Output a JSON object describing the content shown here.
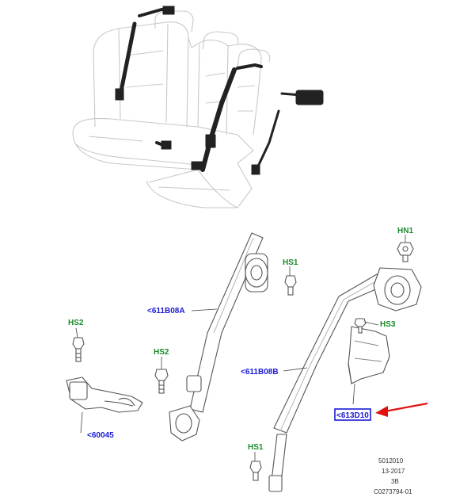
{
  "callouts": {
    "hn1": "HN1",
    "hs1_top": "HS1",
    "hs2_left": "HS2",
    "hs2_mid": "HS2",
    "hs3": "HS3",
    "hs1_bottom": "HS1",
    "part_611b08a": "<611B08A",
    "part_611b08b": "<611B08B",
    "part_60045": "<60045",
    "part_613d10": "<613D10"
  },
  "meta": {
    "line1": "5012010",
    "line2": "13-2017",
    "line3": "3B",
    "line4": "C0273794-01"
  },
  "colors": {
    "callout_green": "#1b8a2a",
    "callout_blue": "#1a1ad6",
    "highlight_box": "#1a1ad6",
    "arrow_red": "#e01010"
  }
}
